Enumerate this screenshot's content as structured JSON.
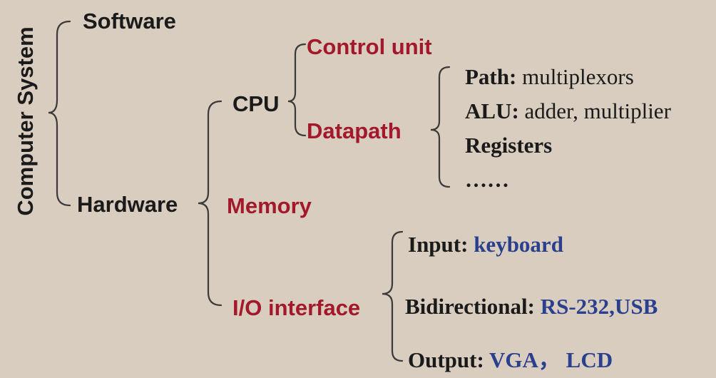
{
  "title": "Computer System",
  "software": "Software",
  "hardware": "Hardware",
  "cpu": "CPU",
  "memory": "Memory",
  "io_interface": "I/O interface",
  "control_unit": "Control unit",
  "datapath": "Datapath",
  "datapath_items": {
    "path_label": "Path:",
    "path_value": "multiplexors",
    "alu_label": "ALU:",
    "alu_value": "adder, multiplier",
    "registers": "Registers",
    "ellipsis": "……"
  },
  "io_items": {
    "input_label": "Input:",
    "input_value": "keyboard",
    "bidir_label": "Bidirectional:",
    "bidir_value": "RS-232,USB",
    "output_label": "Output:",
    "output_value": "VGA， LCD"
  },
  "colors": {
    "background": "#d8cdbf",
    "text": "#1a1a1a",
    "red": "#a3192b",
    "blue": "#2b3f8f",
    "brace": "#3a3a3a"
  }
}
